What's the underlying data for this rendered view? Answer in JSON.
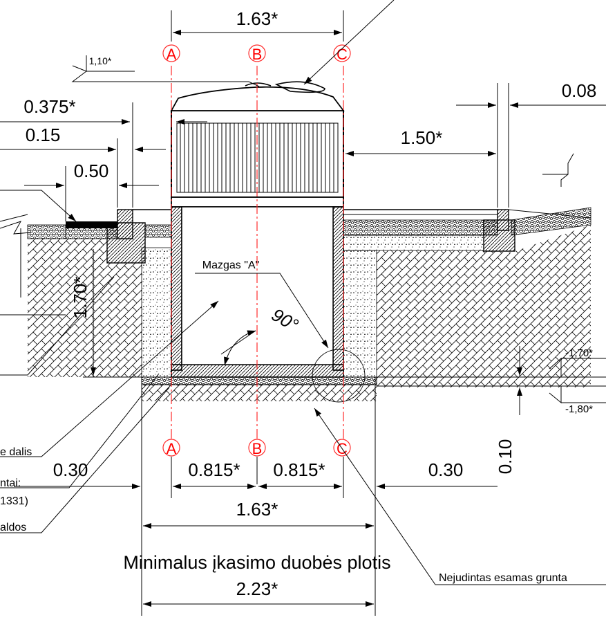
{
  "axes": {
    "top": [
      "A",
      "B",
      "C"
    ],
    "bottom": [
      "A",
      "B",
      "C"
    ]
  },
  "dimensions": {
    "top_width": "1.63*",
    "right_clearance": "0.08",
    "left_offset": "0.375*",
    "left_gap": "0.15",
    "left_width": "0.50",
    "side_width": "1.50*",
    "height": "1.70*",
    "level_top": "1,10*",
    "level_mid": "-1,70*",
    "level_low": "-1,80*",
    "base_thickness": "0.10",
    "bottom_left_margin": "0.30",
    "half_left": "0.815*",
    "half_right": "0.815*",
    "bottom_right_margin": "0.30",
    "bottom_width": "1.63*",
    "total_width": "2.23*",
    "angle": "90°"
  },
  "labels": {
    "node": "Mazgas \"A\"",
    "min_width_title": "Minimalus įkasimo duobės plotis",
    "undisturbed_soil": "Nejudintas esamas grunta",
    "leader_1": "e dalis",
    "leader_2": "ntai:",
    "leader_3": "1331)",
    "leader_4": "aldos"
  },
  "colors": {
    "axis_color": "#ff0000",
    "line_color": "#000000"
  }
}
